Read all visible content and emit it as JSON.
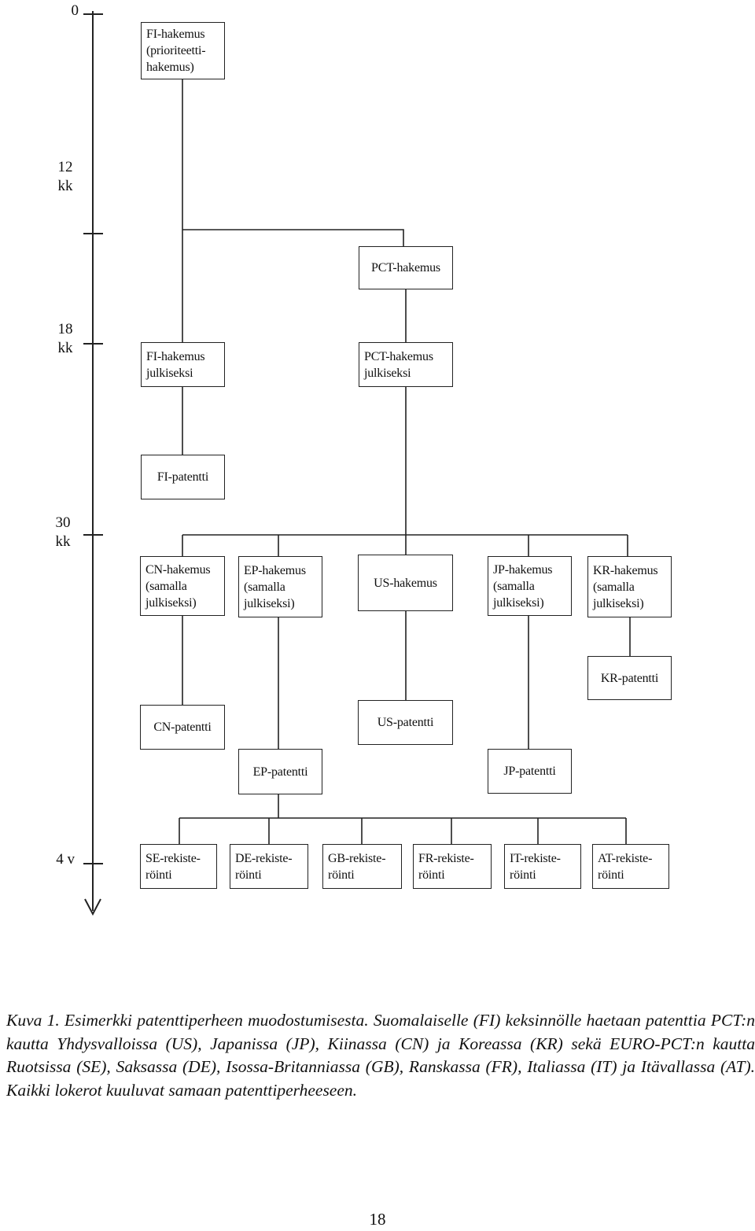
{
  "timeline": {
    "ticks": [
      {
        "id": "t0",
        "label": "0"
      },
      {
        "id": "t12",
        "label": "12\nkk"
      },
      {
        "id": "t18",
        "label": "18\nkk"
      },
      {
        "id": "t30",
        "label": "30\nkk"
      },
      {
        "id": "t4v",
        "label": "4 v"
      }
    ]
  },
  "nodes": {
    "fi_hakemus": "FI-hakemus\n(prioriteetti-\nhakemus)",
    "pct_hakemus": "PCT-hakemus",
    "fi_julkiseksi": "FI-hakemus\njulkiseksi",
    "pct_julkiseksi": "PCT-hakemus\njulkiseksi",
    "fi_patentti": "FI-patentti",
    "cn_hakemus": "CN-hakemus\n(samalla\njulkiseksi)",
    "ep_hakemus": "EP-hakemus\n(samalla\njulkiseksi)",
    "us_hakemus": "US-hakemus",
    "jp_hakemus": "JP-hakemus\n(samalla\njulkiseksi)",
    "kr_hakemus": "KR-hakemus\n(samalla\njulkiseksi)",
    "kr_patentti": "KR-patentti",
    "cn_patentti": "CN-patentti",
    "us_patentti": "US-patentti",
    "ep_patentti": "EP-patentti",
    "jp_patentti": "JP-patentti",
    "se_rekisterointi": "SE-rekiste-\nröinti",
    "de_rekisterointi": "DE-rekiste-\nröinti",
    "gb_rekisterointi": "GB-rekiste-\nröinti",
    "fr_rekisterointi": "FR-rekiste-\nröinti",
    "it_rekisterointi": "IT-rekiste-\nröinti",
    "at_rekisterointi": "AT-rekiste-\nröinti"
  },
  "caption": "Kuva 1. Esimerkki patenttiperheen muodostumisesta. Suomalaiselle (FI) keksinnölle haetaan patenttia PCT:n kautta Yhdysvalloissa (US), Japanissa (JP), Kiinassa (CN) ja Koreassa (KR) sekä EURO-PCT:n kautta Ruotsissa (SE), Saksassa (DE), Isossa-Britanniassa (GB), Ranskassa (FR), Italiassa (IT) ja Itävallassa (AT). Kaikki lokerot kuuluvat samaan patenttiperheeseen.",
  "page_number": "18",
  "colors": {
    "line": "#222222",
    "text": "#111111",
    "background": "#ffffff"
  }
}
